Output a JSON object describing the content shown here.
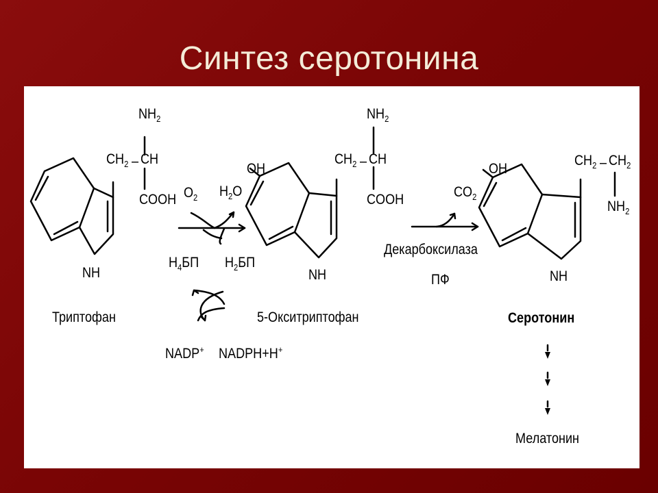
{
  "title": "Синтез серотонина",
  "diagram": {
    "tryptophan": {
      "nh2": {
        "main": "NH",
        "sub": "2"
      },
      "ch2": {
        "main": "CH",
        "sub": "2"
      },
      "ch": "CH",
      "cooh": "COOH",
      "nh": "NH",
      "name": "Триптофан"
    },
    "step1": {
      "o2": {
        "main": "O",
        "sub": "2"
      },
      "h2o": {
        "main": "H",
        "sub": "2",
        "rest": "O"
      },
      "h4bp": {
        "main": "H",
        "sub": "4",
        "rest": "БП"
      },
      "h2bp": {
        "main": "H",
        "sub": "2",
        "rest": "БП"
      },
      "nadp": {
        "main": "NADP",
        "sup": "+"
      },
      "nadph": {
        "main": "NADPH+H",
        "sup": "+"
      }
    },
    "hydroxytryptophan": {
      "oh": "OH",
      "nh2": {
        "main": "NH",
        "sub": "2"
      },
      "ch2": {
        "main": "CH",
        "sub": "2"
      },
      "ch": "CH",
      "cooh": "COOH",
      "nh": "NH",
      "name": "5-Окситриптофан"
    },
    "step2": {
      "co2": {
        "main": "CO",
        "sub": "2"
      },
      "enzyme": "Декарбоксилаза",
      "cofactor": "ПФ"
    },
    "serotonin": {
      "oh": "OH",
      "ch2a": {
        "main": "CH",
        "sub": "2"
      },
      "ch2b": {
        "main": "CH",
        "sub": "2"
      },
      "nh2": {
        "main": "NH",
        "sub": "2"
      },
      "nh": "NH",
      "name": "Серотонин"
    },
    "melatonin": "Мелатонин"
  },
  "colors": {
    "background": "#7a0505",
    "title": "#f4ecd8",
    "panel": "#ffffff",
    "ink": "#000000"
  }
}
